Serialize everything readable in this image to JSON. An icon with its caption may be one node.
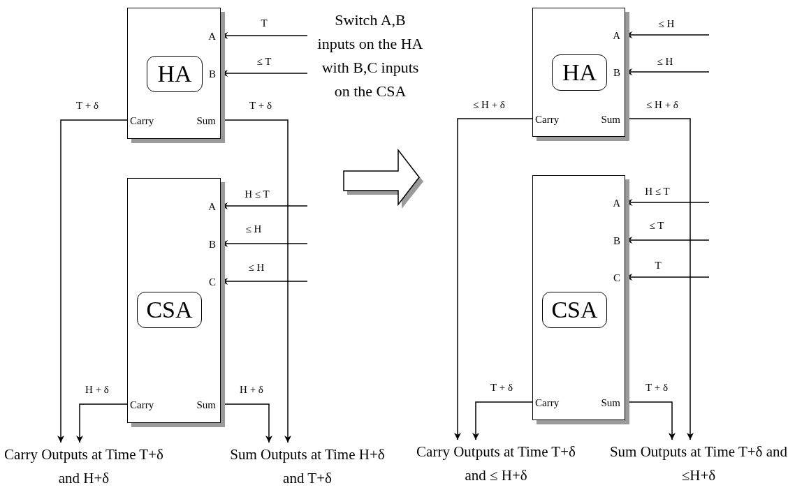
{
  "diagram": {
    "nodes": [
      {
        "text": [
          "A",
          "B",
          "Carry",
          "Sum"
        ]
      },
      {
        "text": [
          "HA"
        ],
        "in": 0
      },
      {
        "text": [
          "A",
          "B",
          "C",
          "Carry",
          "Sum"
        ]
      },
      {
        "text": [
          "CSA"
        ],
        "in": 2
      },
      {
        "text": [
          "Carry Outputs at Time T+δ and H+δ"
        ]
      },
      {
        "text": [
          "Sum Outputs at Time H+δ and T+δ"
        ]
      },
      {
        "text": [
          "A",
          "B",
          "Carry",
          "Sum"
        ]
      },
      {
        "text": [
          "HA"
        ],
        "in": 6
      },
      {
        "text": [
          "A",
          "B",
          "C",
          "Carry",
          "Sum"
        ]
      },
      {
        "text": [
          "CSA"
        ],
        "in": 8
      },
      {
        "text": [
          "Carry Outputs at Time T+δ and ≤ H+δ"
        ]
      },
      {
        "text": [
          "Sum Outputs at Time T+δ and ≤H+δ"
        ]
      }
    ],
    "edges": [
      {
        "from": null,
        "to": 0,
        "arrow": "to",
        "label": "T"
      },
      {
        "from": null,
        "to": 0,
        "arrow": "to",
        "label": "≤ T"
      },
      {
        "from": 0,
        "to": 4,
        "arrow": "to",
        "label": "T + δ"
      },
      {
        "from": 0,
        "to": 5,
        "arrow": "to",
        "label": "T + δ"
      },
      {
        "from": null,
        "to": 2,
        "arrow": "to",
        "label": "H ≤ T"
      },
      {
        "from": null,
        "to": 2,
        "arrow": "to",
        "label": "≤ H"
      },
      {
        "from": null,
        "to": 2,
        "arrow": "to",
        "label": "≤ H"
      },
      {
        "from": 2,
        "to": 4,
        "arrow": "to",
        "label": "H + δ"
      },
      {
        "from": 2,
        "to": 5,
        "arrow": "to",
        "label": "H + δ"
      },
      {
        "from": null,
        "to": 6,
        "arrow": "to",
        "label": "≤ H"
      },
      {
        "from": null,
        "to": 6,
        "arrow": "to",
        "label": "≤ H"
      },
      {
        "from": 6,
        "to": 10,
        "arrow": "to",
        "label": "≤ H + δ"
      },
      {
        "from": 6,
        "to": 11,
        "arrow": "to",
        "label": "≤ H + δ"
      },
      {
        "from": null,
        "to": 8,
        "arrow": "to",
        "label": "H ≤ T"
      },
      {
        "from": null,
        "to": 8,
        "arrow": "to",
        "label": "≤ T"
      },
      {
        "from": null,
        "to": 8,
        "arrow": "to",
        "label": "T"
      },
      {
        "from": 8,
        "to": 10,
        "arrow": "to",
        "label": "T + δ"
      },
      {
        "from": 8,
        "to": 11,
        "arrow": "to",
        "label": "T + δ"
      }
    ],
    "labels": [
      "Switch A,B inputs on the HA with B,C inputs on the CSA"
    ]
  }
}
